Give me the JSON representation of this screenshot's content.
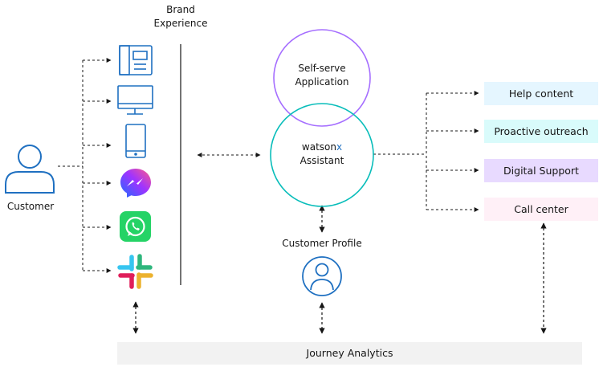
{
  "brand": {
    "line1": "Brand",
    "line2": "Experience"
  },
  "customer": {
    "label": "Customer",
    "icon": "person-icon"
  },
  "channels": [
    {
      "name": "desk-phone",
      "icon": "desk-phone-icon"
    },
    {
      "name": "desktop",
      "icon": "desktop-monitor-icon"
    },
    {
      "name": "mobile",
      "icon": "mobile-phone-icon"
    },
    {
      "name": "messenger",
      "icon": "messenger-icon"
    },
    {
      "name": "whatsapp",
      "icon": "whatsapp-icon"
    },
    {
      "name": "slack",
      "icon": "slack-icon"
    }
  ],
  "self_serve": {
    "line1": "Self-serve",
    "line2": "Application",
    "color": "#a56eff"
  },
  "assistant": {
    "brand": "watson",
    "brand_suffix": "x",
    "line2": "Assistant",
    "color": "#08bdba"
  },
  "customer_profile": {
    "label": "Customer Profile",
    "icon": "user-avatar-icon"
  },
  "outputs": [
    {
      "label": "Help content",
      "color": "#e5f6ff"
    },
    {
      "label": "Proactive outreach",
      "color": "#d9fbfb"
    },
    {
      "label": "Digital Support",
      "color": "#e8daff"
    },
    {
      "label": "Call center",
      "color": "#fff0f7"
    }
  ],
  "journey_analytics": {
    "label": "Journey Analytics",
    "color": "#f2f2f2"
  }
}
